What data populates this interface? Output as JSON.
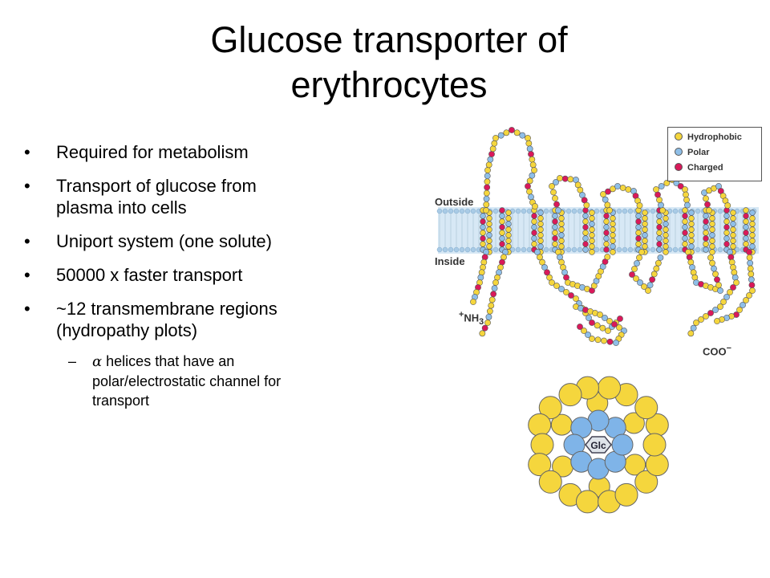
{
  "slide": {
    "title_line1": "Glucose transporter of",
    "title_line2": "erythrocytes",
    "bullets": [
      {
        "line1": "Required for metabolism",
        "line2": ""
      },
      {
        "line1": "Transport of glucose from",
        "line2": "plasma into cells"
      },
      {
        "line1": "Uniport system (one solute)",
        "line2": ""
      },
      {
        "line1": "50000 x  faster transport",
        "line2": ""
      },
      {
        "line1": "~12 transmembrane regions",
        "line2": "(hydropathy plots)"
      }
    ],
    "bullet_glyph": "•",
    "sub_bullet": {
      "dash": "–",
      "alpha": "α",
      "line1": " helices that have an",
      "line2": "polar/electrostatic channel for",
      "line3": "transport"
    }
  },
  "figure_topology": {
    "legend": [
      {
        "label": "Hydrophobic",
        "color": "#f5d63d"
      },
      {
        "label": "Polar",
        "color": "#8fbfe8"
      },
      {
        "label": "Charged",
        "color": "#d9195a"
      }
    ],
    "outside_label": "Outside",
    "inside_label": "Inside",
    "n_terminus": "NH",
    "n_terminus_sub": "3",
    "n_terminus_sup": "+",
    "c_terminus": "COO",
    "c_terminus_sup": "−"
  },
  "figure_channel": {
    "center_label": "Glc",
    "outer_color": "#f5d63d",
    "inner_color": "#7fb4e8"
  }
}
